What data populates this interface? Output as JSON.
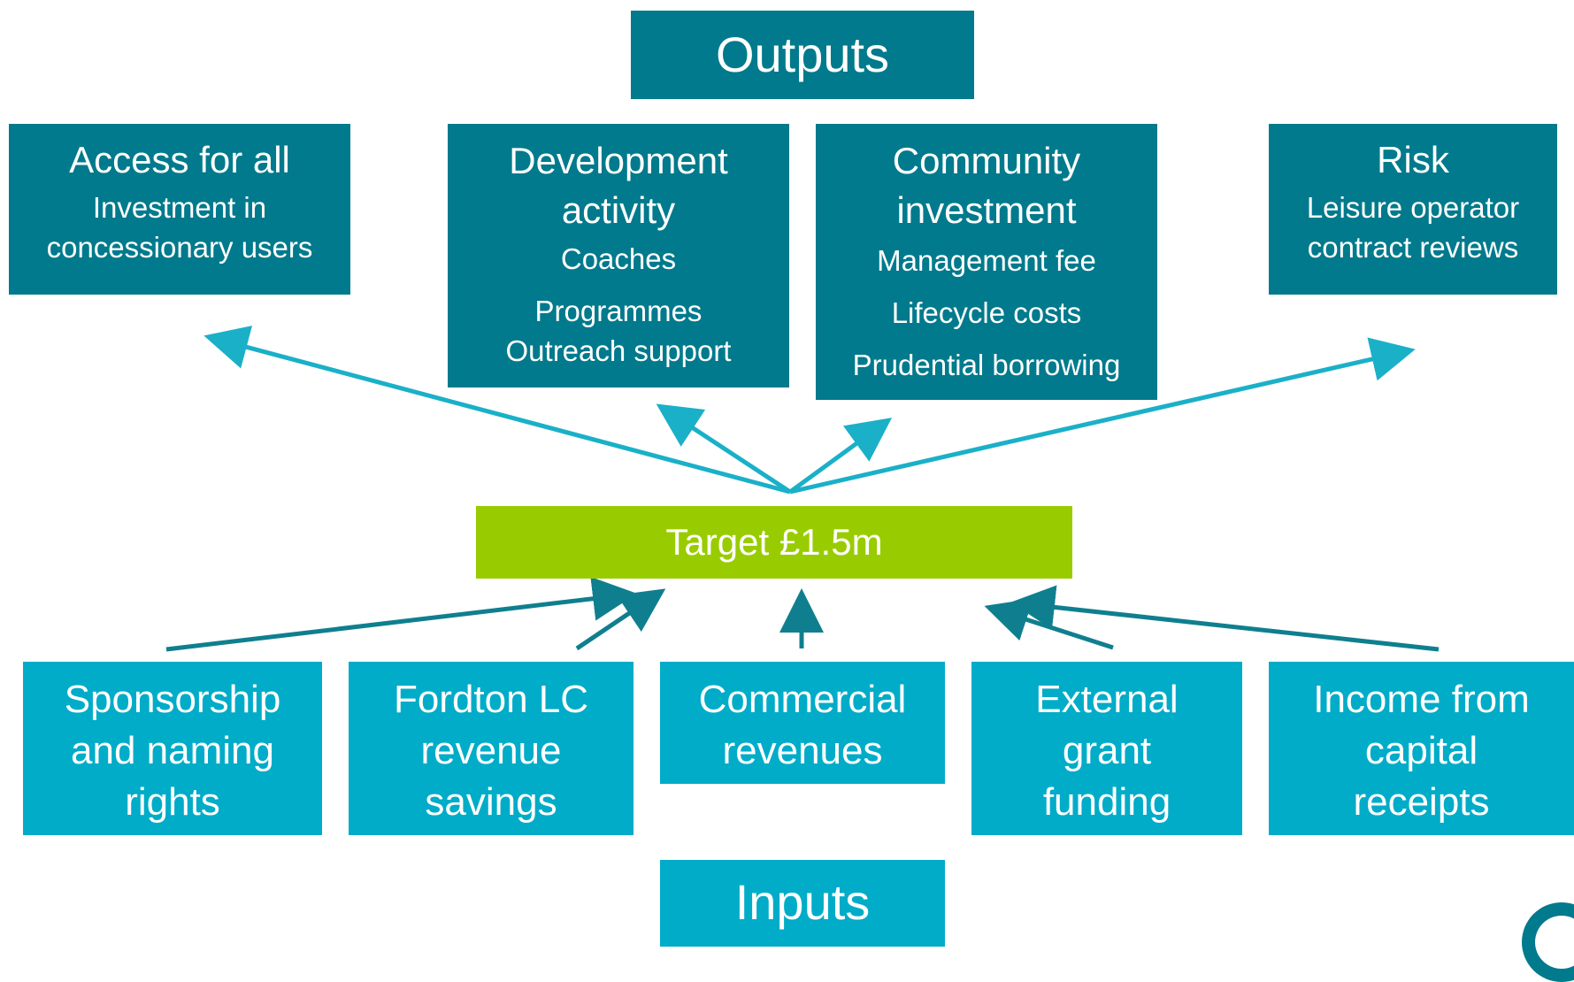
{
  "outputs_heading": "Outputs",
  "inputs_heading": "Inputs",
  "target": "Target £1.5m",
  "outputs": [
    {
      "title": "Access for all",
      "lines": [
        "Investment in",
        "concessionary users"
      ]
    },
    {
      "title_line1": "Development",
      "title_line2": "activity",
      "lines": [
        "Coaches",
        "Programmes",
        "Outreach support"
      ]
    },
    {
      "title_line1": "Community",
      "title_line2": "investment",
      "lines": [
        "Management fee",
        "Lifecycle costs",
        "Prudential borrowing"
      ]
    },
    {
      "title": "Risk",
      "lines": [
        "Leisure operator",
        "contract reviews"
      ]
    }
  ],
  "inputs": [
    {
      "lines": [
        "Sponsorship",
        "and naming",
        "rights"
      ]
    },
    {
      "lines": [
        "Fordton LC",
        "revenue",
        "savings"
      ]
    },
    {
      "lines": [
        "Commercial",
        "revenues"
      ]
    },
    {
      "lines": [
        "External",
        "grant",
        "funding"
      ]
    },
    {
      "lines": [
        "Income from",
        "capital",
        "receipts"
      ]
    }
  ],
  "colors": {
    "output_box": "#007a8c",
    "input_box": "#00acc8",
    "target_box": "#99cc00",
    "output_arrow": "#1ab0c8",
    "input_arrow": "#0f7f8f"
  }
}
